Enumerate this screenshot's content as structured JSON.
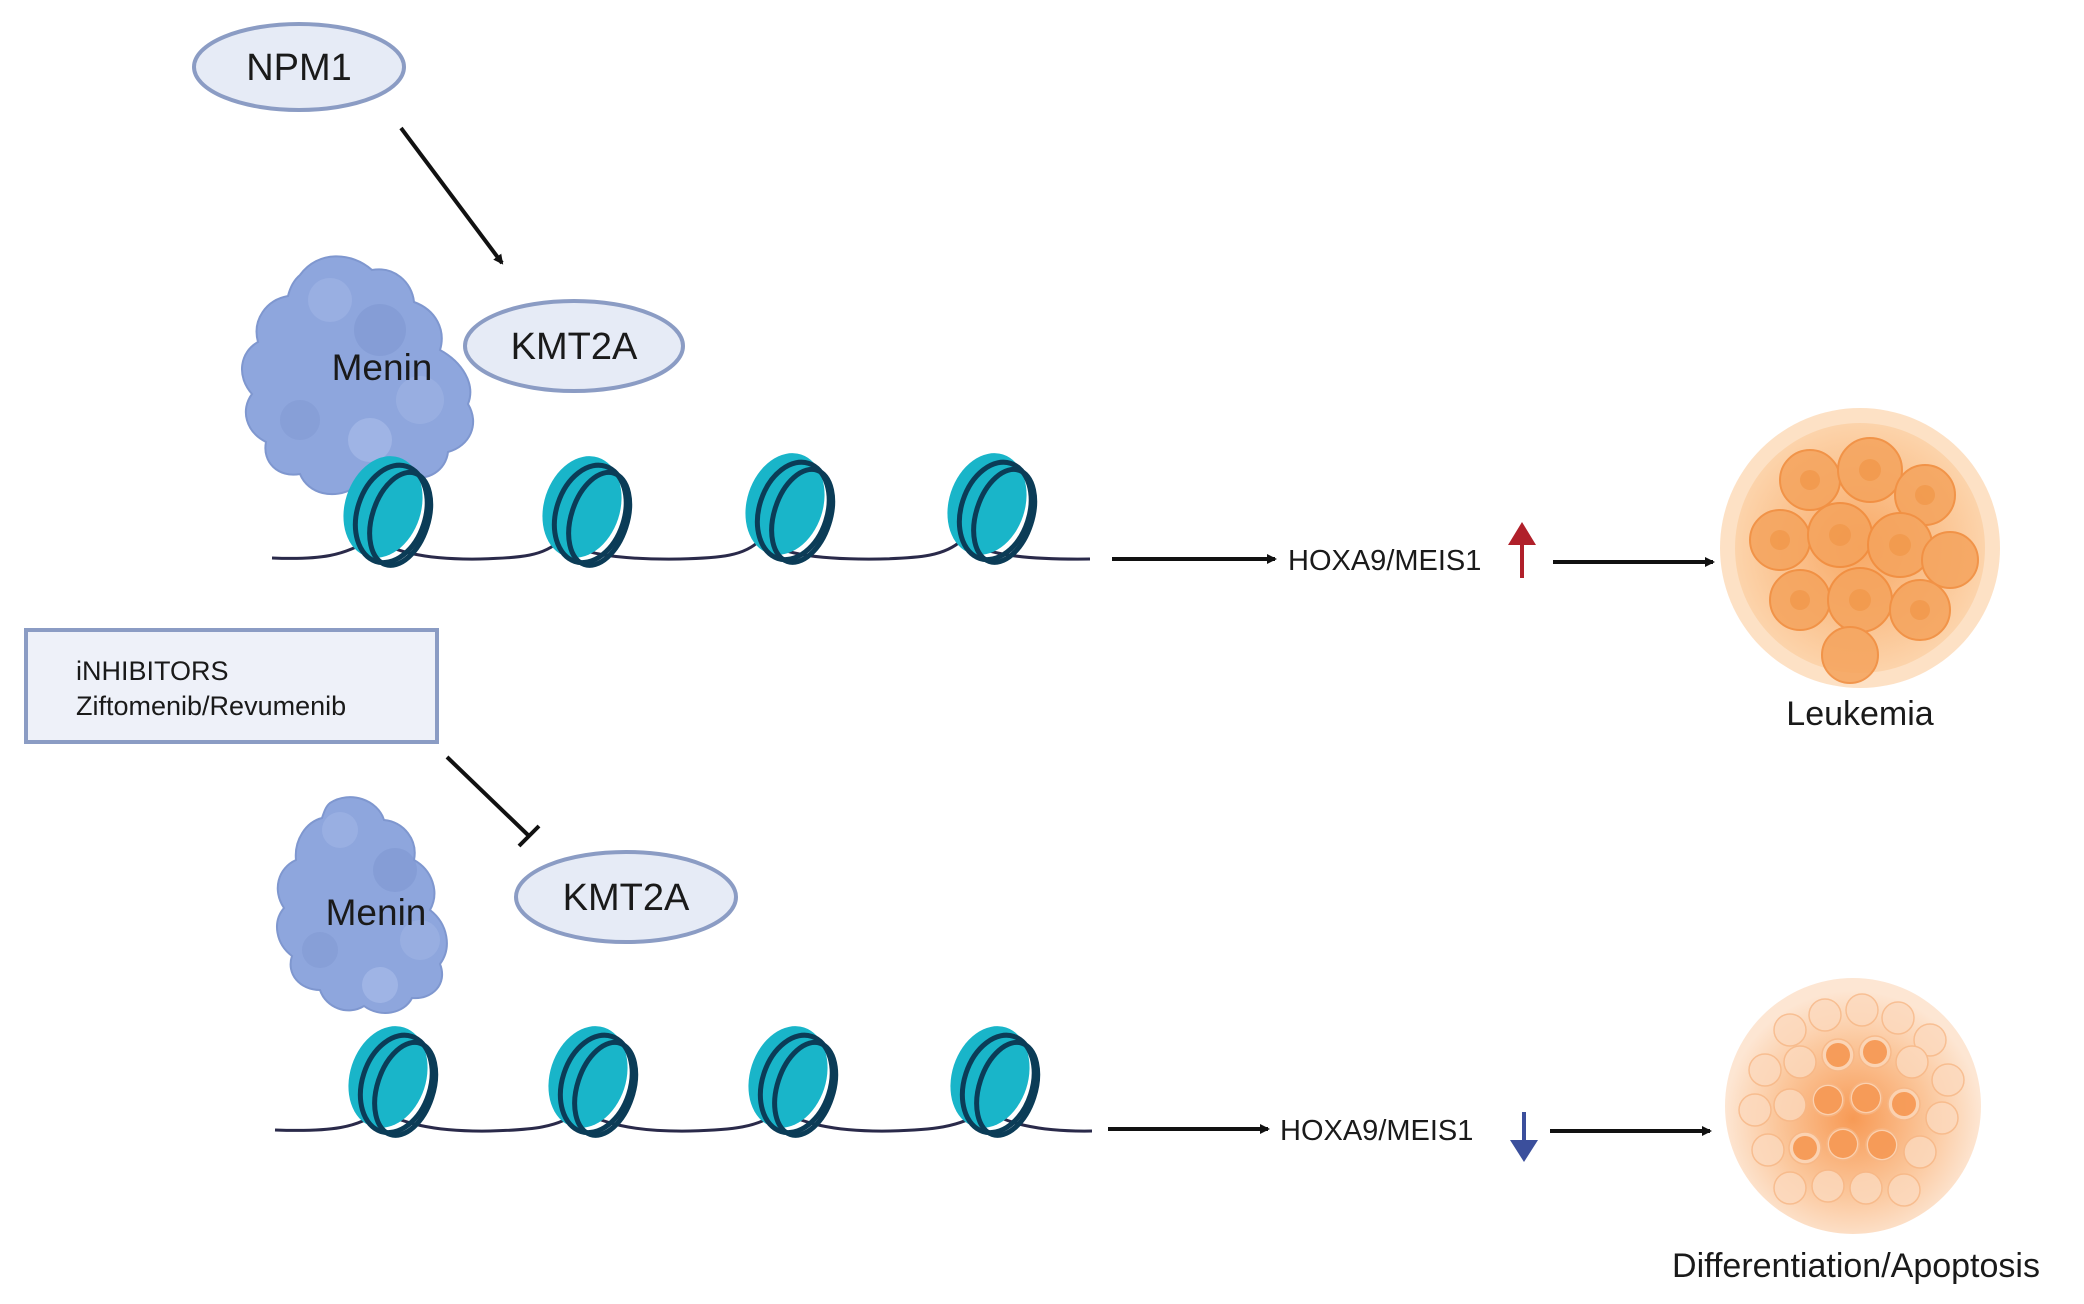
{
  "top_panel": {
    "npm1_label": "NPM1",
    "kmt2a_label": "KMT2A",
    "menin_label": "Menin",
    "gene_label": "HOXA9/MEIS1",
    "gene_change": "up",
    "outcome_label": "Leukemia"
  },
  "bottom_panel": {
    "kmt2a_label": "KMT2A",
    "menin_label": "Menin",
    "gene_label": "HOXA9/MEIS1",
    "gene_change": "down",
    "outcome_label": "Differentiation/Apoptosis"
  },
  "inhibitor_box": {
    "line1": "iNHIBITORS",
    "line2": "Ziftomenib/Revumenib"
  },
  "colors": {
    "up_arrow": "#b0202a",
    "down_arrow": "#3b4f9c",
    "nucleosome": "#19b5c9",
    "nucleosome_band": "#0b3c57",
    "menin": "#8ea6dd",
    "oval_fill": "#e6ebf6",
    "oval_stroke": "#8b9cc4",
    "leukemia_cell": "#f7a25a",
    "apoptosis_cell": "#f9b98a"
  },
  "icons": [
    "menin-protein-icon",
    "nucleosome-icon",
    "leukemia-cell-cluster-icon",
    "apoptotic-cell-cluster-icon"
  ]
}
